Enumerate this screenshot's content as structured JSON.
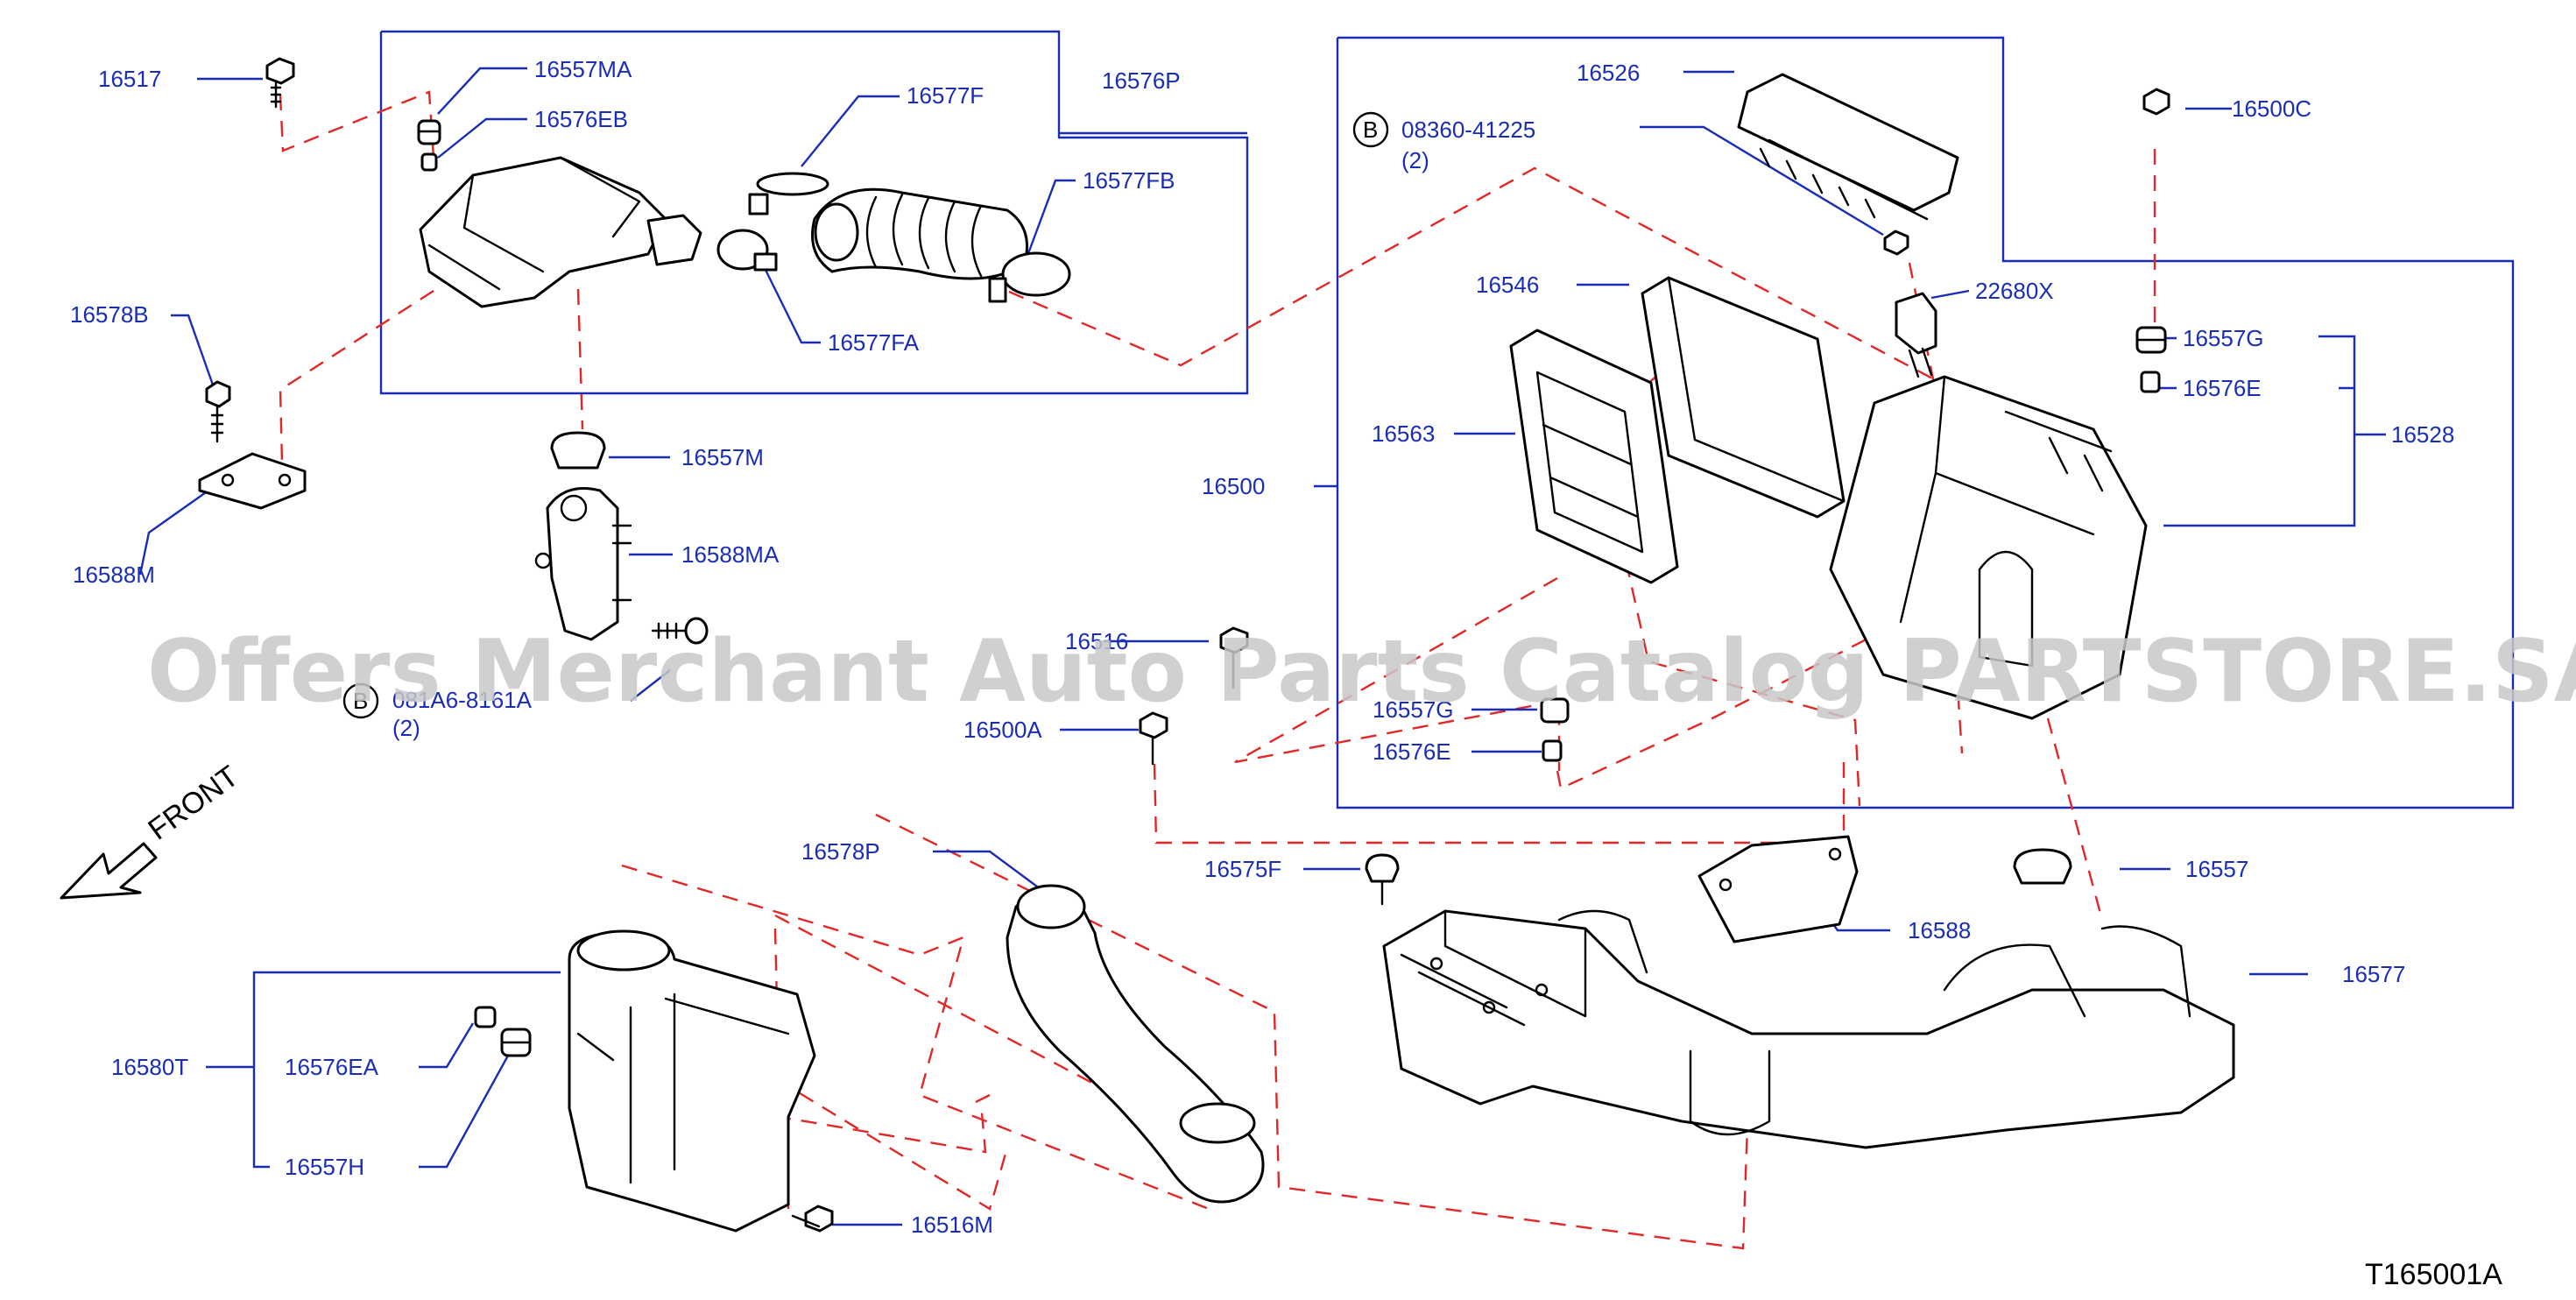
{
  "colors": {
    "label": "#1a2db8",
    "leader": "#1a2db8",
    "hidden_line": "#e32626",
    "part_line": "#000000",
    "watermark": "#c8c8c8",
    "background": "#ffffff"
  },
  "watermark_text": "Offers Merchant Auto Parts Catalog PARTSTORE.SA",
  "figure_code": "T165001A",
  "front_label": "FRONT",
  "callouts": {
    "c16517": "16517",
    "c16557MA": "16557MA",
    "c16576EB": "16576EB",
    "c16577F": "16577F",
    "c16576P": "16576P",
    "c16577FB": "16577FB",
    "c16577FA": "16577FA",
    "c16578B": "16578B",
    "c16557M": "16557M",
    "c16588MA": "16588MA",
    "c16588M": "16588M",
    "cB081": "081A6-8161A",
    "cB081qty": "(2)",
    "c16526": "16526",
    "cB08360": "08360-41225",
    "cB08360qty": "(2)",
    "c16500C": "16500C",
    "c22680X": "22680X",
    "c16546": "16546",
    "c16557G_r": "16557G",
    "c16576E_r": "16576E",
    "c16528": "16528",
    "c16563": "16563",
    "c16500": "16500",
    "c16516": "16516",
    "c16557G_l": "16557G",
    "c16576E_l": "16576E",
    "c16500A": "16500A",
    "c16578P": "16578P",
    "c16575F": "16575F",
    "c16557": "16557",
    "c16588": "16588",
    "c16577": "16577",
    "c16580T": "16580T",
    "c16576EA": "16576EA",
    "c16557H": "16557H",
    "c16516M": "16516M",
    "bolt_marker": "B"
  }
}
